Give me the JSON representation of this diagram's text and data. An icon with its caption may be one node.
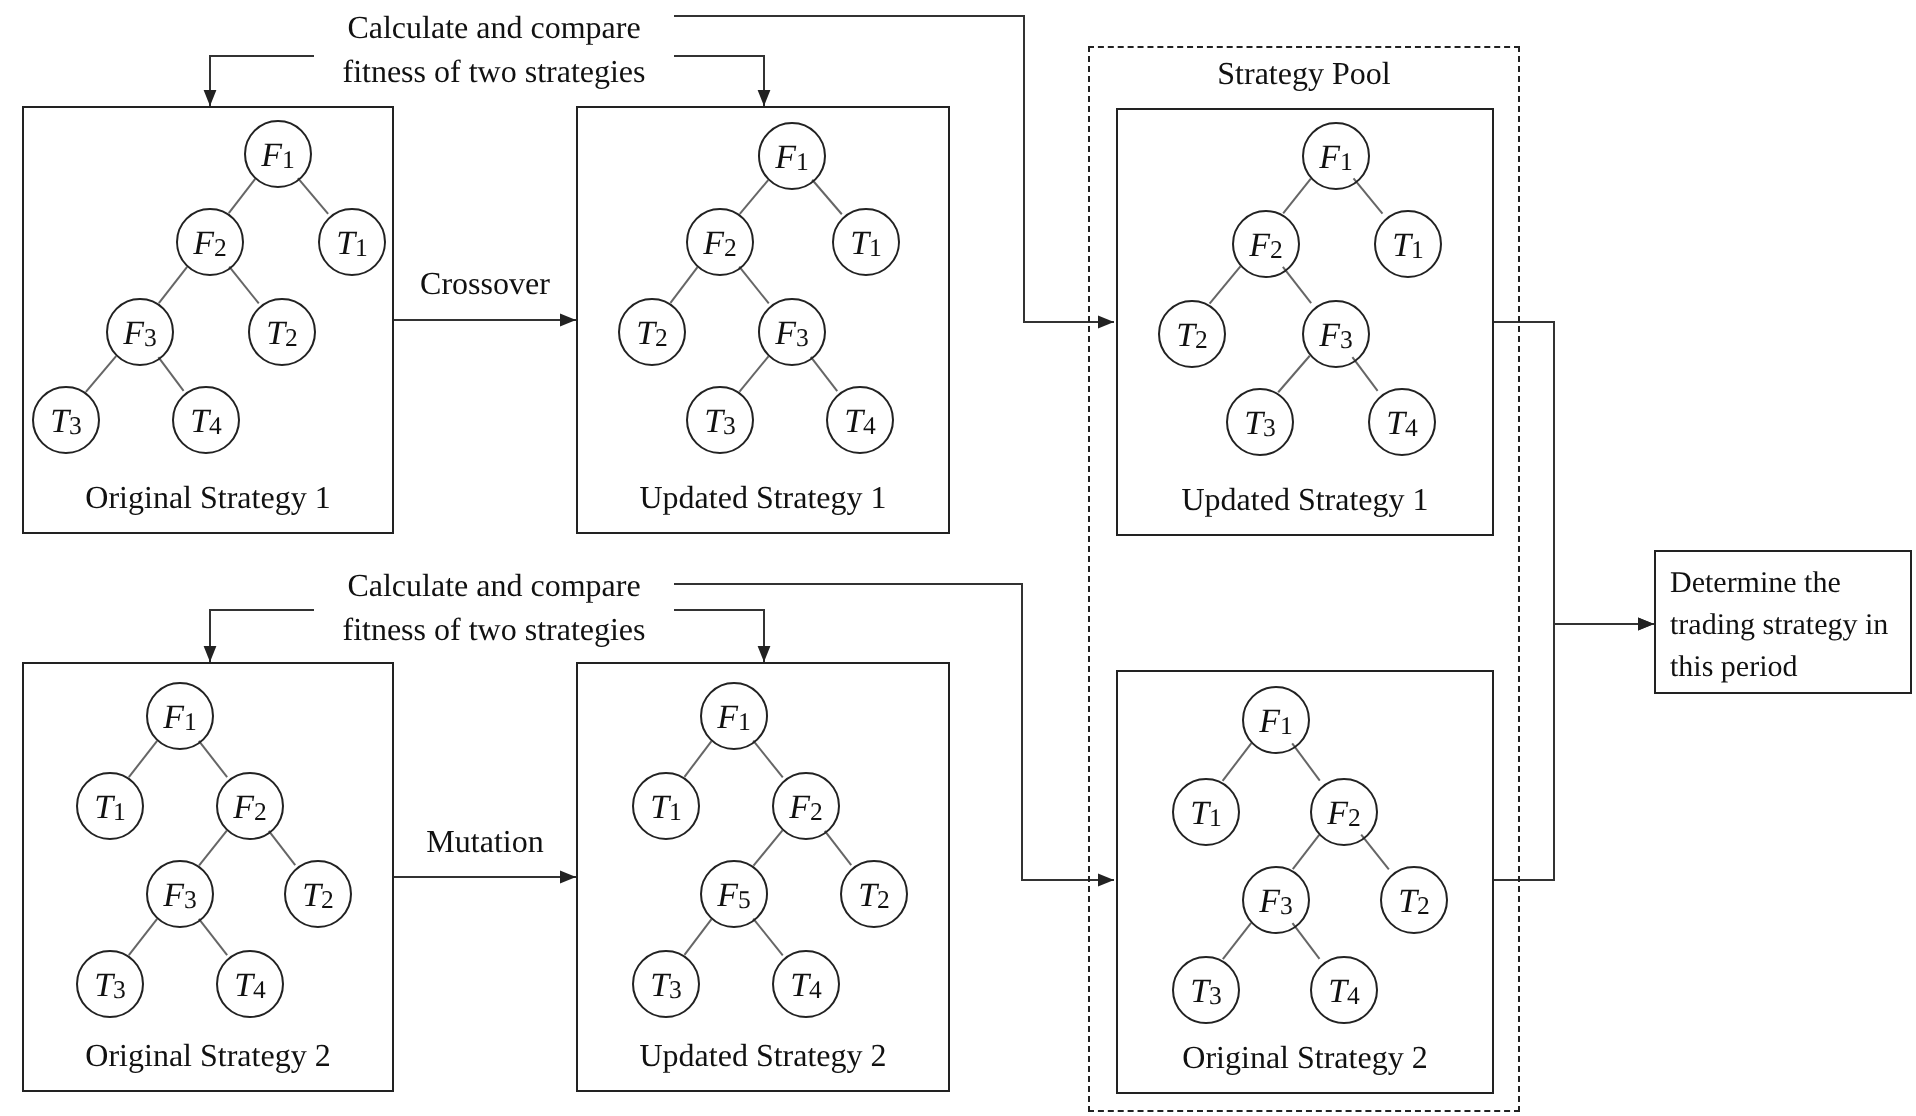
{
  "diagram": {
    "nodes": [
      {
        "text": [
          "Calculate and compare fitness of two strategies"
        ]
      },
      {
        "text": [
          "Original Strategy 1"
        ]
      },
      {
        "text": [
          "*F*$_{1}$"
        ],
        "in": 1
      },
      {
        "text": [
          "*F*$_{2}$"
        ],
        "in": 1
      },
      {
        "text": [
          "*T*$_{1}$"
        ],
        "in": 1
      },
      {
        "text": [
          "*F*$_{3}$"
        ],
        "in": 1
      },
      {
        "text": [
          "*T*$_{2}$"
        ],
        "in": 1
      },
      {
        "text": [
          "*T*$_{3}$"
        ],
        "in": 1
      },
      {
        "text": [
          "*T*$_{4}$"
        ],
        "in": 1
      },
      {
        "text": [
          "Updated Strategy 1"
        ]
      },
      {
        "text": [
          "*F*$_{1}$"
        ],
        "in": 9
      },
      {
        "text": [
          "*F*$_{2}$"
        ],
        "in": 9
      },
      {
        "text": [
          "*T*$_{1}$"
        ],
        "in": 9
      },
      {
        "text": [
          "*T*$_{2}$"
        ],
        "in": 9
      },
      {
        "text": [
          "*F*$_{3}$"
        ],
        "in": 9
      },
      {
        "text": [
          "*T*$_{3}$"
        ],
        "in": 9
      },
      {
        "text": [
          "*T*$_{4}$"
        ],
        "in": 9
      },
      {
        "text": [
          "Calculate and compare fitness of two strategies"
        ]
      },
      {
        "text": [
          "Original Strategy 2"
        ]
      },
      {
        "text": [
          "*F*$_{1}$"
        ],
        "in": 18
      },
      {
        "text": [
          "*T*$_{1}$"
        ],
        "in": 18
      },
      {
        "text": [
          "*F*$_{2}$"
        ],
        "in": 18
      },
      {
        "text": [
          "*F*$_{3}$"
        ],
        "in": 18
      },
      {
        "text": [
          "*T*$_{2}$"
        ],
        "in": 18
      },
      {
        "text": [
          "*T*$_{3}$"
        ],
        "in": 18
      },
      {
        "text": [
          "*T*$_{4}$"
        ],
        "in": 18
      },
      {
        "text": [
          "Updated Strategy 2"
        ]
      },
      {
        "text": [
          "*F*$_{1}$"
        ],
        "in": 26
      },
      {
        "text": [
          "*T*$_{1}$"
        ],
        "in": 26
      },
      {
        "text": [
          "*F*$_{2}$"
        ],
        "in": 26
      },
      {
        "text": [
          "*F*$_{5}$"
        ],
        "in": 26
      },
      {
        "text": [
          "*T*$_{2}$"
        ],
        "in": 26
      },
      {
        "text": [
          "*T*$_{3}$"
        ],
        "in": 26
      },
      {
        "text": [
          "*T*$_{4}$"
        ],
        "in": 26
      },
      {
        "text": [
          "Strategy Pool"
        ]
      },
      {
        "text": [
          "Updated Strategy 1"
        ],
        "in": 34
      },
      {
        "text": [
          "*F*$_{1}$"
        ],
        "in": 35
      },
      {
        "text": [
          "*F*$_{2}$"
        ],
        "in": 35
      },
      {
        "text": [
          "*T*$_{1}$"
        ],
        "in": 35
      },
      {
        "text": [
          "*T*$_{2}$"
        ],
        "in": 35
      },
      {
        "text": [
          "*F*$_{3}$"
        ],
        "in": 35
      },
      {
        "text": [
          "*T*$_{3}$"
        ],
        "in": 35
      },
      {
        "text": [
          "*T*$_{4}$"
        ],
        "in": 35
      },
      {
        "text": [
          "Original Strategy 2"
        ],
        "in": 34
      },
      {
        "text": [
          "*F*$_{1}$"
        ],
        "in": 43
      },
      {
        "text": [
          "*T*$_{1}$"
        ],
        "in": 43
      },
      {
        "text": [
          "*F*$_{2}$"
        ],
        "in": 43
      },
      {
        "text": [
          "*F*$_{3}$"
        ],
        "in": 43
      },
      {
        "text": [
          "*T*$_{2}$"
        ],
        "in": 43
      },
      {
        "text": [
          "*T*$_{3}$"
        ],
        "in": 43
      },
      {
        "text": [
          "*T*$_{4}$"
        ],
        "in": 43
      },
      {
        "text": [
          "Determine the trading strategy in this period"
        ]
      }
    ],
    "edges": [
      {
        "from": 0,
        "to": 1,
        "arrow": "to"
      },
      {
        "from": 0,
        "to": 9,
        "arrow": "to"
      },
      {
        "from": 0,
        "to": 35,
        "arrow": "to"
      },
      {
        "from": 1,
        "to": 9,
        "arrow": "to",
        "label": "Crossover"
      },
      {
        "from": 2,
        "to": 3,
        "arrow": "none"
      },
      {
        "from": 2,
        "to": 4,
        "arrow": "none"
      },
      {
        "from": 3,
        "to": 5,
        "arrow": "none"
      },
      {
        "from": 3,
        "to": 6,
        "arrow": "none"
      },
      {
        "from": 5,
        "to": 7,
        "arrow": "none"
      },
      {
        "from": 5,
        "to": 8,
        "arrow": "none"
      },
      {
        "from": 10,
        "to": 11,
        "arrow": "none"
      },
      {
        "from": 10,
        "to": 12,
        "arrow": "none"
      },
      {
        "from": 11,
        "to": 13,
        "arrow": "none"
      },
      {
        "from": 11,
        "to": 14,
        "arrow": "none"
      },
      {
        "from": 14,
        "to": 15,
        "arrow": "none"
      },
      {
        "from": 14,
        "to": 16,
        "arrow": "none"
      },
      {
        "from": 17,
        "to": 18,
        "arrow": "to"
      },
      {
        "from": 17,
        "to": 26,
        "arrow": "to"
      },
      {
        "from": 17,
        "to": 43,
        "arrow": "to"
      },
      {
        "from": 18,
        "to": 26,
        "arrow": "to",
        "label": "Mutation"
      },
      {
        "from": 19,
        "to": 20,
        "arrow": "none"
      },
      {
        "from": 19,
        "to": 21,
        "arrow": "none"
      },
      {
        "from": 21,
        "to": 22,
        "arrow": "none"
      },
      {
        "from": 21,
        "to": 23,
        "arrow": "none"
      },
      {
        "from": 22,
        "to": 24,
        "arrow": "none"
      },
      {
        "from": 22,
        "to": 25,
        "arrow": "none"
      },
      {
        "from": 27,
        "to": 28,
        "arrow": "none"
      },
      {
        "from": 27,
        "to": 29,
        "arrow": "none"
      },
      {
        "from": 29,
        "to": 30,
        "arrow": "none"
      },
      {
        "from": 29,
        "to": 31,
        "arrow": "none"
      },
      {
        "from": 30,
        "to": 32,
        "arrow": "none"
      },
      {
        "from": 30,
        "to": 33,
        "arrow": "none"
      },
      {
        "from": 36,
        "to": 37,
        "arrow": "none"
      },
      {
        "from": 36,
        "to": 38,
        "arrow": "none"
      },
      {
        "from": 37,
        "to": 39,
        "arrow": "none"
      },
      {
        "from": 37,
        "to": 40,
        "arrow": "none"
      },
      {
        "from": 40,
        "to": 41,
        "arrow": "none"
      },
      {
        "from": 40,
        "to": 42,
        "arrow": "none"
      },
      {
        "from": 44,
        "to": 45,
        "arrow": "none"
      },
      {
        "from": 44,
        "to": 46,
        "arrow": "none"
      },
      {
        "from": 46,
        "to": 47,
        "arrow": "none"
      },
      {
        "from": 46,
        "to": 48,
        "arrow": "none"
      },
      {
        "from": 47,
        "to": 49,
        "arrow": "none"
      },
      {
        "from": 47,
        "to": 50,
        "arrow": "none"
      },
      {
        "from": 35,
        "to": 51,
        "arrow": "to"
      },
      {
        "from": 43,
        "to": 51,
        "arrow": "to"
      }
    ]
  }
}
